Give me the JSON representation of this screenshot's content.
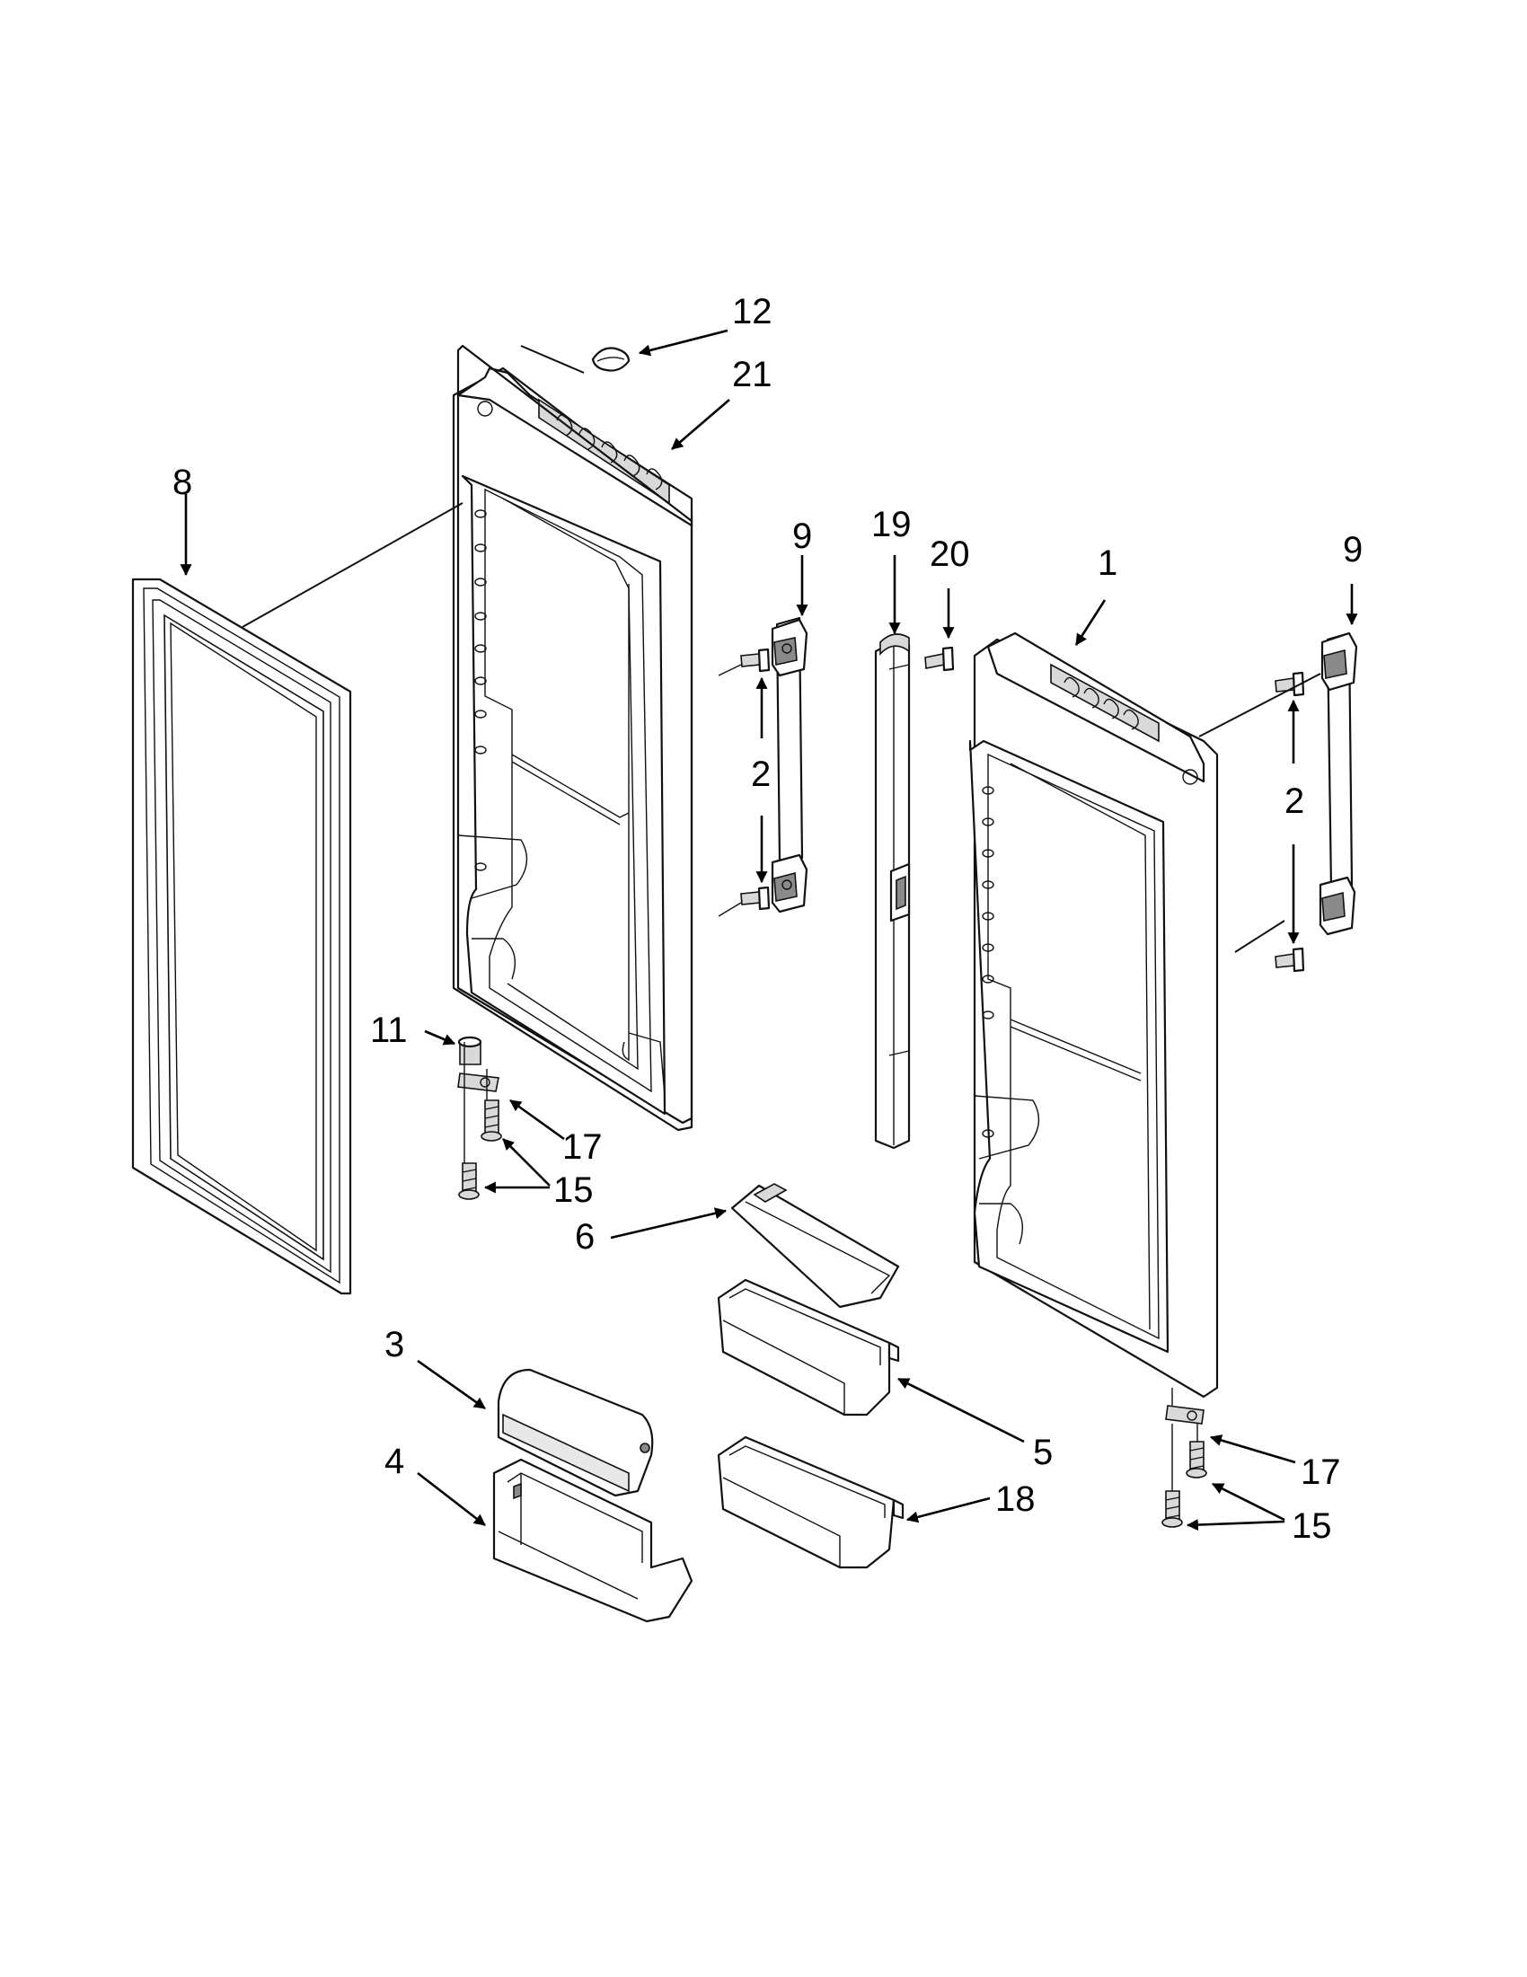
{
  "diagram": {
    "callouts": [
      {
        "id": "c12",
        "label": "12"
      },
      {
        "id": "c21",
        "label": "21"
      },
      {
        "id": "c8",
        "label": "8"
      },
      {
        "id": "c9a",
        "label": "9"
      },
      {
        "id": "c19",
        "label": "19"
      },
      {
        "id": "c20",
        "label": "20"
      },
      {
        "id": "c1",
        "label": "1"
      },
      {
        "id": "c9b",
        "label": "9"
      },
      {
        "id": "c2a",
        "label": "2"
      },
      {
        "id": "c2b",
        "label": "2"
      },
      {
        "id": "c11",
        "label": "11"
      },
      {
        "id": "c17a",
        "label": "17"
      },
      {
        "id": "c15a",
        "label": "15"
      },
      {
        "id": "c6",
        "label": "6"
      },
      {
        "id": "c3",
        "label": "3"
      },
      {
        "id": "c4",
        "label": "4"
      },
      {
        "id": "c5",
        "label": "5"
      },
      {
        "id": "c18",
        "label": "18"
      },
      {
        "id": "c17b",
        "label": "17"
      },
      {
        "id": "c15b",
        "label": "15"
      }
    ]
  }
}
